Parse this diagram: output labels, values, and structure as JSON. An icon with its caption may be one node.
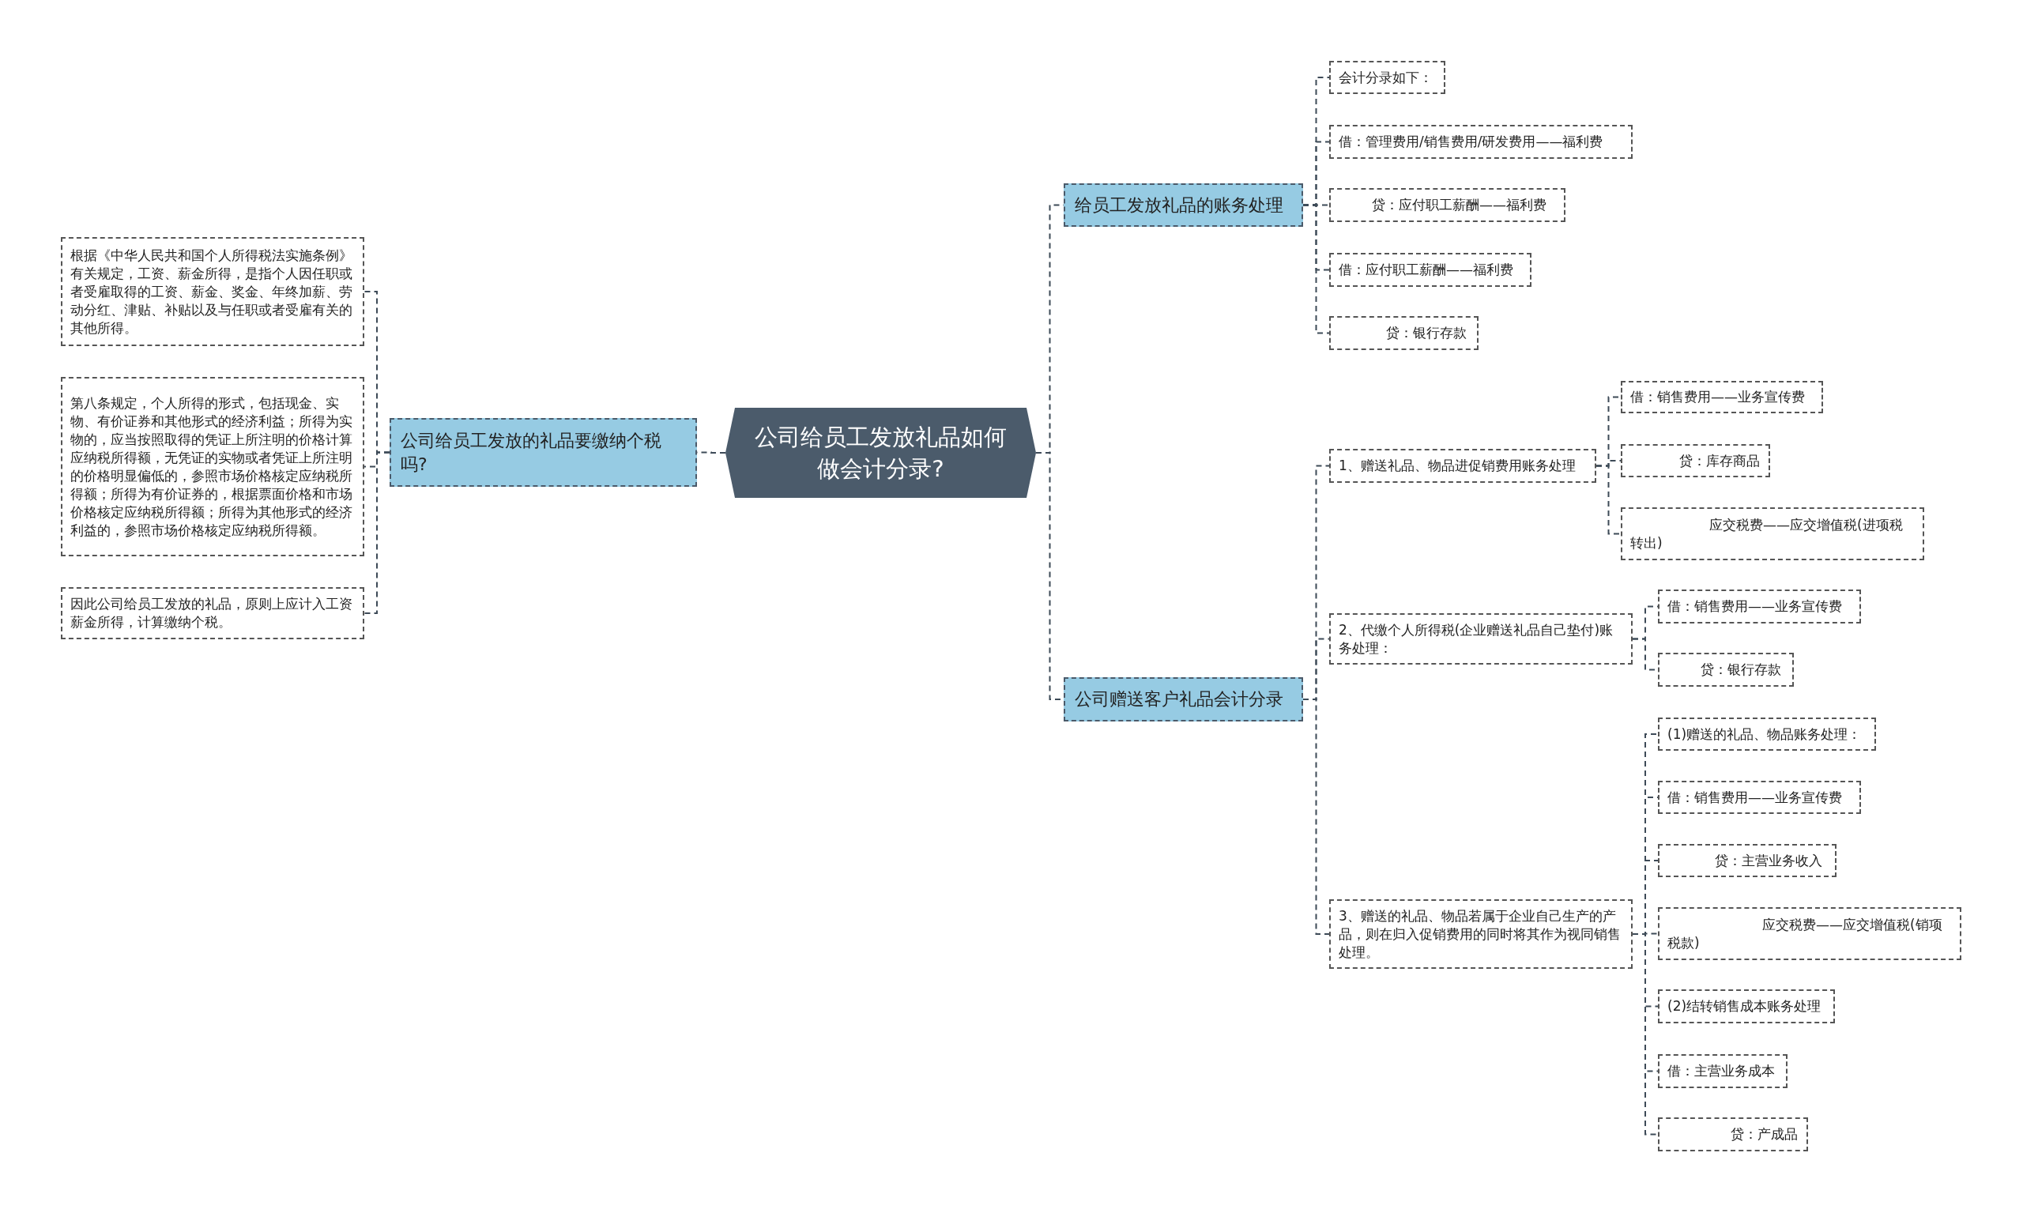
{
  "diagram": {
    "nodes": [
      {
        "text": [
          "公司给员工发放礼品如何做会计分录?"
        ]
      },
      {
        "text": [
          "公司给员工发放的礼品要缴纳个税吗?"
        ]
      },
      {
        "text": [
          "根据《中华人民共和国个人所得税法实施条例》有关规定，工资、薪金所得，是指个人因任职或者受雇取得的工资、薪金、奖金、年终加薪、劳动分红、津贴、补贴以及与任职或者受雇有关的其他所得。"
        ]
      },
      {
        "text": [
          "第八条规定，个人所得的形式，包括现金、实物、有价证券和其他形式的经济利益；所得为实物的，应当按照取得的凭证上所注明的价格计算应纳税所得额，无凭证的实物或者凭证上所注明的价格明显偏低的，参照市场价格核定应纳税所得额；所得为有价证券的，根据票面价格和市场价格核定应纳税所得额；所得为其他形式的经济利益的，参照市场价格核定应纳税所得额。"
        ]
      },
      {
        "text": [
          "因此公司给员工发放的礼品，原则上应计入工资薪金所得，计算缴纳个税。"
        ]
      },
      {
        "text": [
          "给员工发放礼品的账务处理"
        ]
      },
      {
        "text": [
          "会计分录如下："
        ]
      },
      {
        "text": [
          "借：管理费用/销售费用/研发费用——福利费"
        ]
      },
      {
        "text": [
          "贷：应付职工薪酬——福利费"
        ]
      },
      {
        "text": [
          "借：应付职工薪酬——福利费"
        ]
      },
      {
        "text": [
          "贷：银行存款"
        ]
      },
      {
        "text": [
          "公司赠送客户礼品会计分录"
        ]
      },
      {
        "text": [
          "1、赠送礼品、物品进促销费用账务处理"
        ]
      },
      {
        "text": [
          "借：销售费用——业务宣传费"
        ]
      },
      {
        "text": [
          "贷：库存商品"
        ]
      },
      {
        "text": [
          "应交税费——应交增值税(进项税转出)"
        ]
      },
      {
        "text": [
          "2、代缴个人所得税(企业赠送礼品自己垫付)账务处理："
        ]
      },
      {
        "text": [
          "借：销售费用——业务宣传费"
        ]
      },
      {
        "text": [
          "贷：银行存款"
        ]
      },
      {
        "text": [
          "3、赠送的礼品、物品若属于企业自己生产的产品，则在归入促销费用的同时将其作为视同销售处理。"
        ]
      },
      {
        "text": [
          "(1)赠送的礼品、物品账务处理："
        ]
      },
      {
        "text": [
          "借：销售费用——业务宣传费"
        ]
      },
      {
        "text": [
          "贷：主营业务收入"
        ]
      },
      {
        "text": [
          "应交税费——应交增值税(销项税款)"
        ]
      },
      {
        "text": [
          "(2)结转销售成本账务处理"
        ]
      },
      {
        "text": [
          "借：主营业务成本"
        ]
      },
      {
        "text": [
          "贷：产成品"
        ]
      }
    ],
    "edges": [
      {
        "from": 0,
        "to": 1,
        "arrow": "none"
      },
      {
        "from": 1,
        "to": 2,
        "arrow": "none"
      },
      {
        "from": 1,
        "to": 3,
        "arrow": "none"
      },
      {
        "from": 1,
        "to": 4,
        "arrow": "none"
      },
      {
        "from": 0,
        "to": 5,
        "arrow": "none"
      },
      {
        "from": 5,
        "to": 6,
        "arrow": "none"
      },
      {
        "from": 5,
        "to": 7,
        "arrow": "none"
      },
      {
        "from": 5,
        "to": 8,
        "arrow": "none"
      },
      {
        "from": 5,
        "to": 9,
        "arrow": "none"
      },
      {
        "from": 5,
        "to": 10,
        "arrow": "none"
      },
      {
        "from": 0,
        "to": 11,
        "arrow": "none"
      },
      {
        "from": 11,
        "to": 12,
        "arrow": "none"
      },
      {
        "from": 12,
        "to": 13,
        "arrow": "none"
      },
      {
        "from": 12,
        "to": 14,
        "arrow": "none"
      },
      {
        "from": 12,
        "to": 15,
        "arrow": "none"
      },
      {
        "from": 11,
        "to": 16,
        "arrow": "none"
      },
      {
        "from": 16,
        "to": 17,
        "arrow": "none"
      },
      {
        "from": 16,
        "to": 18,
        "arrow": "none"
      },
      {
        "from": 11,
        "to": 19,
        "arrow": "none"
      },
      {
        "from": 19,
        "to": 20,
        "arrow": "none"
      },
      {
        "from": 19,
        "to": 21,
        "arrow": "none"
      },
      {
        "from": 19,
        "to": 22,
        "arrow": "none"
      },
      {
        "from": 19,
        "to": 23,
        "arrow": "none"
      },
      {
        "from": 19,
        "to": 24,
        "arrow": "none"
      },
      {
        "from": 19,
        "to": 25,
        "arrow": "none"
      },
      {
        "from": 19,
        "to": 26,
        "arrow": "none"
      }
    ]
  }
}
